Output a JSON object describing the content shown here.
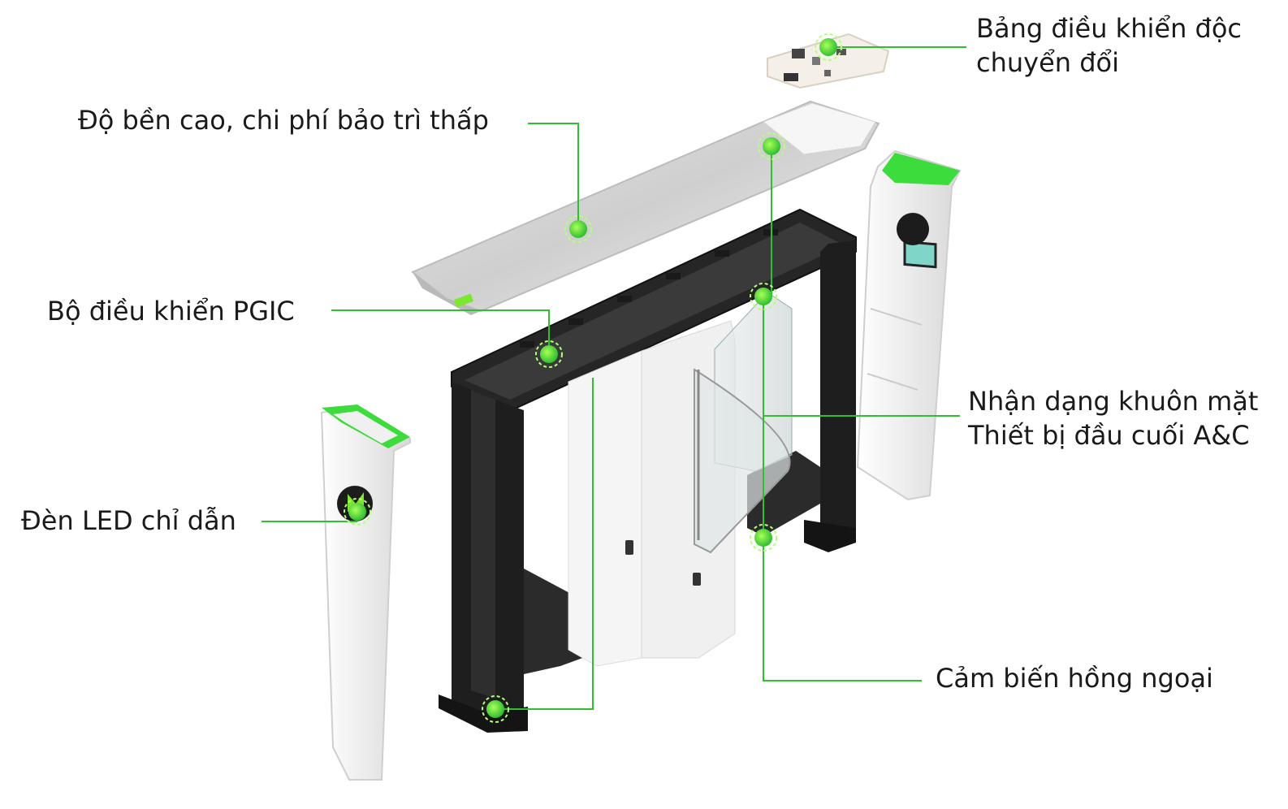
{
  "labels": {
    "durability": "Độ bền cao, chi phí bảo trì thấp",
    "pgic_controller": "Bộ điều khiển PGIC",
    "led_indicator": "Đèn LED chỉ dẫn",
    "control_module_line1": "Bảng điều khiển độc",
    "control_module_line2": "chuyển đổi",
    "face_recognition_line1": "Nhận dạng khuôn mặt",
    "face_recognition_line2": "Thiết bị đầu cuối A&C",
    "infrared_sensor": "Cảm biến hồng ngoại"
  },
  "colors": {
    "accent": "#2fbf2f",
    "accent_light": "#7be82f",
    "frame": "#1e1e1e",
    "panel": "#f2f2f2",
    "text": "#1a1a1a"
  }
}
